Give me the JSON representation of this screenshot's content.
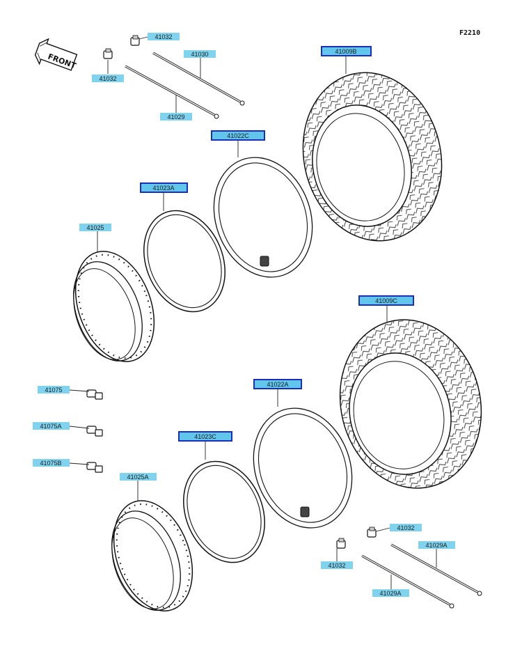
{
  "diagram": {
    "code": "F2210",
    "front_label": "FRONT"
  },
  "parts": {
    "p41032_a": "41032",
    "p41032_b": "41032",
    "p41030": "41030",
    "p41029": "41029",
    "p41009B": "41009B",
    "p41022C": "41022C",
    "p41023A": "41023A",
    "p41025": "41025",
    "p41009C": "41009C",
    "p41075": "41075",
    "p41075A": "41075A",
    "p41075B": "41075B",
    "p41022A": "41022A",
    "p41023C": "41023C",
    "p41025A": "41025A",
    "p41032_c": "41032",
    "p41032_d": "41032",
    "p41029A_a": "41029A",
    "p41029A_b": "41029A"
  },
  "colors": {
    "label_fill": "#7fd3ee",
    "label_boxed_fill": "#62c6ec",
    "label_border": "#1a2fb8",
    "line": "#222222"
  }
}
